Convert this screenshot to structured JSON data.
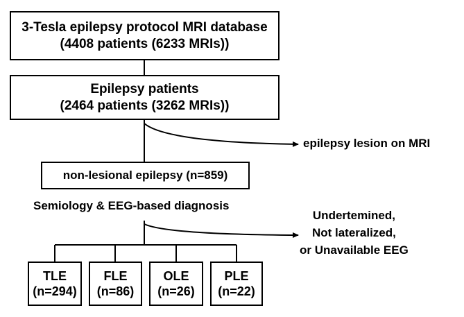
{
  "flow": {
    "database": {
      "line1": "3-Tesla epilepsy protocol MRI database",
      "line2": "(4408 patients (6233 MRIs))"
    },
    "epilepsy": {
      "line1": "Epilepsy patients",
      "line2": "(2464 patients (3262 MRIs))"
    },
    "lesion_exit": "epilepsy lesion on MRI",
    "nonlesional": "non-lesional epilepsy (n=859)",
    "diagnosis_label": "Semiology & EEG-based diagnosis",
    "undetermined_exit": {
      "line1": "Undertemined,",
      "line2": "Not lateralized,",
      "line3": "or Unavailable EEG"
    },
    "groups": [
      {
        "name": "TLE",
        "count": "(n=294)"
      },
      {
        "name": "FLE",
        "count": "(n=86)"
      },
      {
        "name": "OLE",
        "count": "(n=26)"
      },
      {
        "name": "PLE",
        "count": "(n=22)"
      }
    ]
  }
}
